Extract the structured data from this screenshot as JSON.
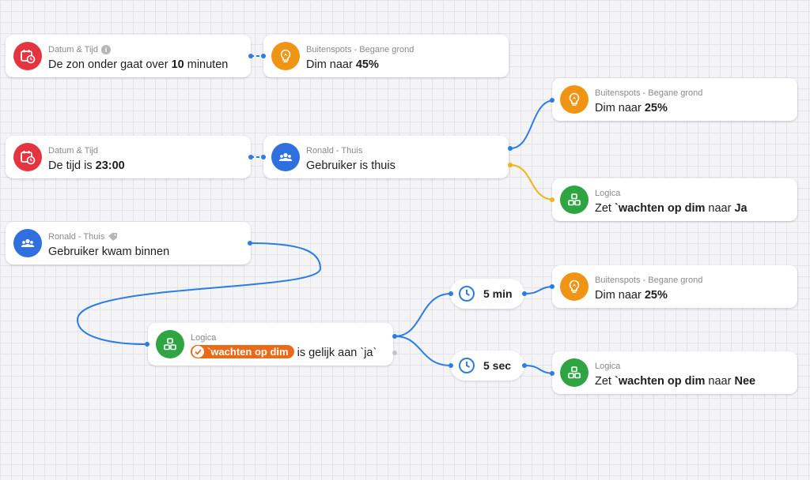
{
  "flow": {
    "card1": {
      "sub": "Datum & Tijd",
      "pre": "De zon onder gaat over ",
      "b1": "10",
      "post": " minuten"
    },
    "card2": {
      "sub": "Buitenspots - Begane grond",
      "pre": "Dim naar ",
      "b1": "45%"
    },
    "card3": {
      "sub": "Buitenspots - Begane grond",
      "pre": "Dim naar ",
      "b1": "25%"
    },
    "card4": {
      "sub": "Datum & Tijd",
      "pre": "De tijd is ",
      "b1": "23:00"
    },
    "card5": {
      "sub": "Ronald - Thuis",
      "pre": "Gebruiker is thuis"
    },
    "card6": {
      "sub": "Logica",
      "pre": "Zet ",
      "b1": "`wachten op dim",
      "mid": " naar ",
      "b2": "Ja"
    },
    "card7": {
      "sub": "Ronald - Thuis",
      "pre": "Gebruiker kwam binnen"
    },
    "card8": {
      "sub": "Logica",
      "pill": "`wachten op dim",
      "post": " is gelijk aan `ja`"
    },
    "card9": {
      "sub": "Buitenspots - Begane grond",
      "pre": "Dim naar ",
      "b1": "25%"
    },
    "card10": {
      "sub": "Logica",
      "pre": "Zet ",
      "b1": "`wachten op dim",
      "mid": " naar ",
      "b2": "Nee"
    },
    "delay1": {
      "label": "5 min"
    },
    "delay2": {
      "label": "5 sec"
    }
  },
  "icons": {
    "date_time": "calendar-clock-icon",
    "lamp": "lightbulb-icon",
    "user": "users-icon",
    "logic": "logic-blocks-icon",
    "delay": "clock-icon",
    "info": "info-icon",
    "tag": "tag-icon",
    "check": "check-circle-icon"
  },
  "colors": {
    "date_time": "#e3343f",
    "lamp": "#f09414",
    "user": "#2f6fde",
    "logic": "#2ea443",
    "wire_true": "#2b7de3",
    "wire_false": "#f0b419",
    "pill": "#ec6a17"
  }
}
